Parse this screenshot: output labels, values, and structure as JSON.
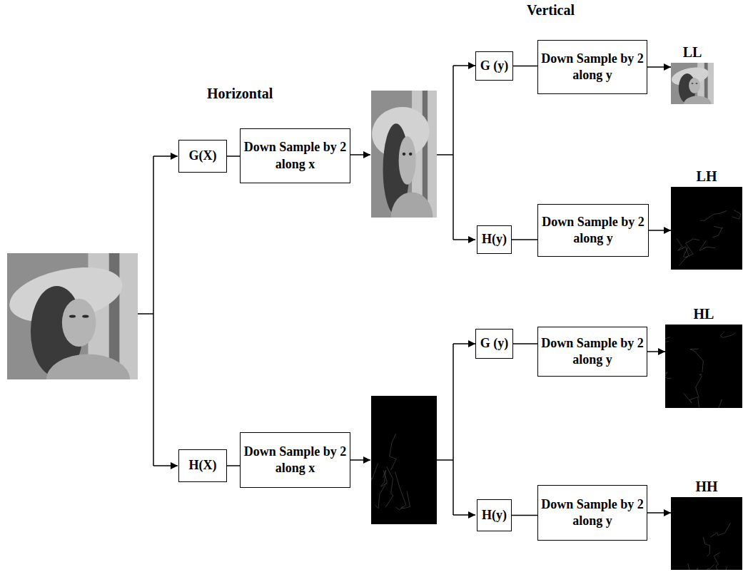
{
  "diagram": {
    "nodes": [
      {
        "text": [
          "G(X)"
        ]
      },
      {
        "text": [
          "Down Sample by 2 along x"
        ]
      },
      {
        "text": [
          "H(X)"
        ]
      },
      {
        "text": [
          "Down Sample by 2 along x"
        ]
      },
      {
        "text": [
          "G (y)"
        ]
      },
      {
        "text": [
          "Down Sample by 2 along y"
        ]
      },
      {
        "text": [
          "LL"
        ]
      },
      {
        "text": [
          "H(y)"
        ]
      },
      {
        "text": [
          "Down Sample by 2 along y"
        ]
      },
      {
        "text": [
          "LH"
        ]
      },
      {
        "text": [
          "G (y)"
        ]
      },
      {
        "text": [
          "Down Sample by 2 along y"
        ]
      },
      {
        "text": [
          "HL"
        ]
      },
      {
        "text": [
          "H(y)"
        ]
      },
      {
        "text": [
          "Down Sample by 2 along y"
        ]
      },
      {
        "text": [
          "HH"
        ]
      }
    ],
    "edges": [
      {
        "from": 0,
        "to": 1,
        "arrow": "none"
      },
      {
        "from": 2,
        "to": 3,
        "arrow": "none"
      },
      {
        "from": 4,
        "to": 5,
        "arrow": "none"
      },
      {
        "from": 5,
        "to": 6,
        "arrow": "to"
      },
      {
        "from": 7,
        "to": 8,
        "arrow": "none"
      },
      {
        "from": 8,
        "to": 9,
        "arrow": "to"
      },
      {
        "from": 10,
        "to": 11,
        "arrow": "none"
      },
      {
        "from": 11,
        "to": 12,
        "arrow": "to"
      },
      {
        "from": 13,
        "to": 14,
        "arrow": "none"
      },
      {
        "from": 14,
        "to": 15,
        "arrow": "to"
      }
    ],
    "labels": [
      "Horizontal",
      "Vertical"
    ]
  }
}
